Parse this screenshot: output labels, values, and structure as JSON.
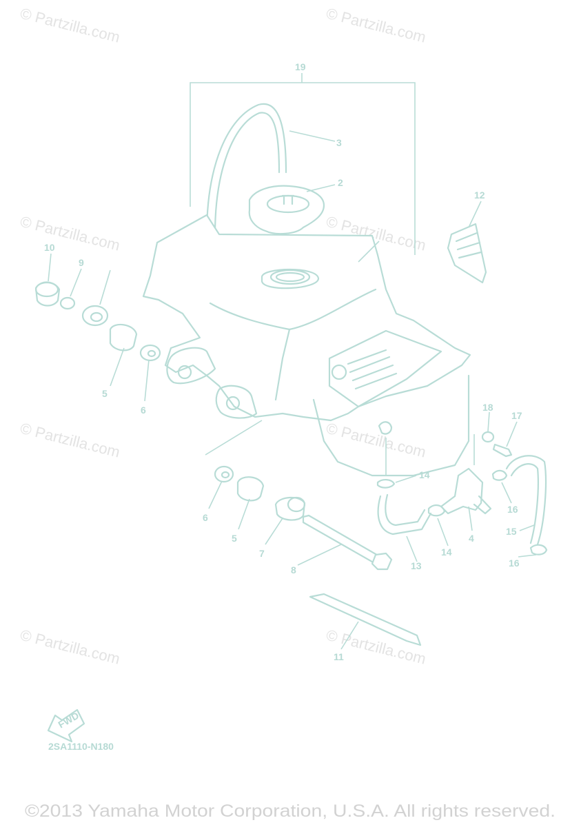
{
  "watermark_text": "© Partzilla.com",
  "diagram_code": "2SA1110-N180",
  "fwd_label": "FWD",
  "copyright": "©2013 Yamaha Motor Corporation, U.S.A. All rights reserved.",
  "callouts": {
    "c19": "19",
    "c3": "3",
    "c2": "2",
    "c12": "12",
    "c10": "10",
    "c9": "9",
    "c5a": "5",
    "c6a": "6",
    "c18": "18",
    "c17": "17",
    "c14a": "14",
    "c16a": "16",
    "c4": "4",
    "c15": "15",
    "c16b": "16",
    "c14b": "14",
    "c13": "13",
    "c6b": "6",
    "c5b": "5",
    "c7": "7",
    "c8": "8",
    "c11": "11"
  },
  "colors": {
    "line": "#b8dcd6",
    "watermark": "#e3e3e3",
    "footer": "#d2d2d2"
  }
}
